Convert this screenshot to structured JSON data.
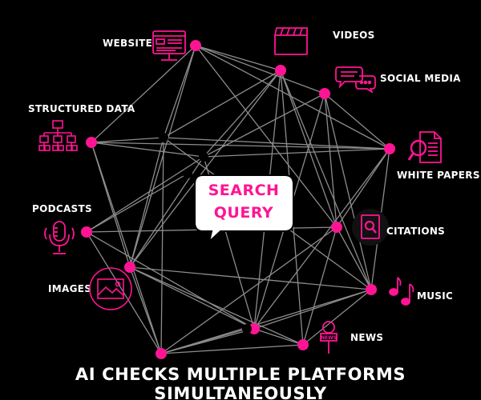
{
  "accent_color": "#ff1493",
  "line_color": "#8c8c8c",
  "labels": {
    "website": "WEBSITE",
    "videos": "VIDEOS",
    "social_media": "SOCIAL MEDIA",
    "structured_data": "STRUCTURED DATA",
    "white_papers": "WHITE PAPERS",
    "podcasts": "PODCASTS",
    "citations": "CITATIONS",
    "images": "IMAGES",
    "music": "MUSIC",
    "news": "NEWS"
  },
  "center": {
    "line1": "SEARCH",
    "line2": "QUERY"
  },
  "footer": "AI CHECKS MULTIPLE PLATFORMS SIMULTANEOUSLY",
  "icons": {
    "website": "browser-window-icon",
    "videos": "clapperboard-icon",
    "social_media": "chat-bubbles-icon",
    "structured_data": "hierarchy-chart-icon",
    "white_papers": "document-magnifier-icon",
    "podcasts": "microphone-icon",
    "citations": "citation-badge-icon",
    "images": "picture-icon",
    "music": "music-notes-icon",
    "news": "news-microphone-icon"
  }
}
